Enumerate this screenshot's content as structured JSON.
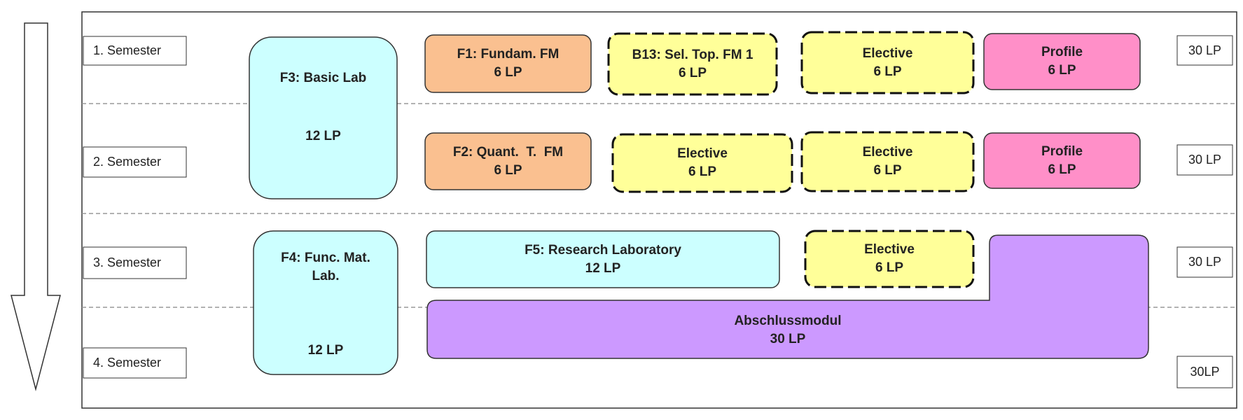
{
  "semesters": [
    "1. Semester",
    "2. Semester",
    "3. Semester",
    "4. Semester"
  ],
  "credits": [
    "30 LP",
    "30 LP",
    "30 LP",
    "30LP"
  ],
  "modules": {
    "f3": {
      "name": "F3: Basic Lab",
      "lp": "12 LP",
      "color": "#ccffff"
    },
    "f4": {
      "name_line1": "F4: Func. Mat.",
      "name_line2": "Lab.",
      "lp": "12 LP",
      "color": "#ccffff"
    },
    "f1": {
      "name": "F1: Fundam. FM",
      "lp": "6 LP",
      "color": "#fac090"
    },
    "f2": {
      "name": "F2: Quant.  T.  FM",
      "lp": "6 LP",
      "color": "#fac090"
    },
    "b13": {
      "name": "B13: Sel. Top. FM 1",
      "lp": "6 LP",
      "color": "#ffff99"
    },
    "elective_s1": {
      "name": "Elective",
      "lp": "6 LP",
      "color": "#ffff99"
    },
    "elective_s2a": {
      "name": "Elective",
      "lp": "6 LP",
      "color": "#ffff99"
    },
    "elective_s2b": {
      "name": "Elective",
      "lp": "6 LP",
      "color": "#ffff99"
    },
    "elective_s3": {
      "name": "Elective",
      "lp": "6 LP",
      "color": "#ffff99"
    },
    "profile_s1": {
      "name": "Profile",
      "lp": "6 LP",
      "color": "#ff8fc8"
    },
    "profile_s2": {
      "name": "Profile",
      "lp": "6 LP",
      "color": "#ff8fc8"
    },
    "f5": {
      "name": "F5: Research Laboratory",
      "lp": "12 LP",
      "color": "#ccffff"
    },
    "abschluss": {
      "name": "Abschlussmodul",
      "lp": "30 LP",
      "color": "#cc99ff"
    }
  }
}
